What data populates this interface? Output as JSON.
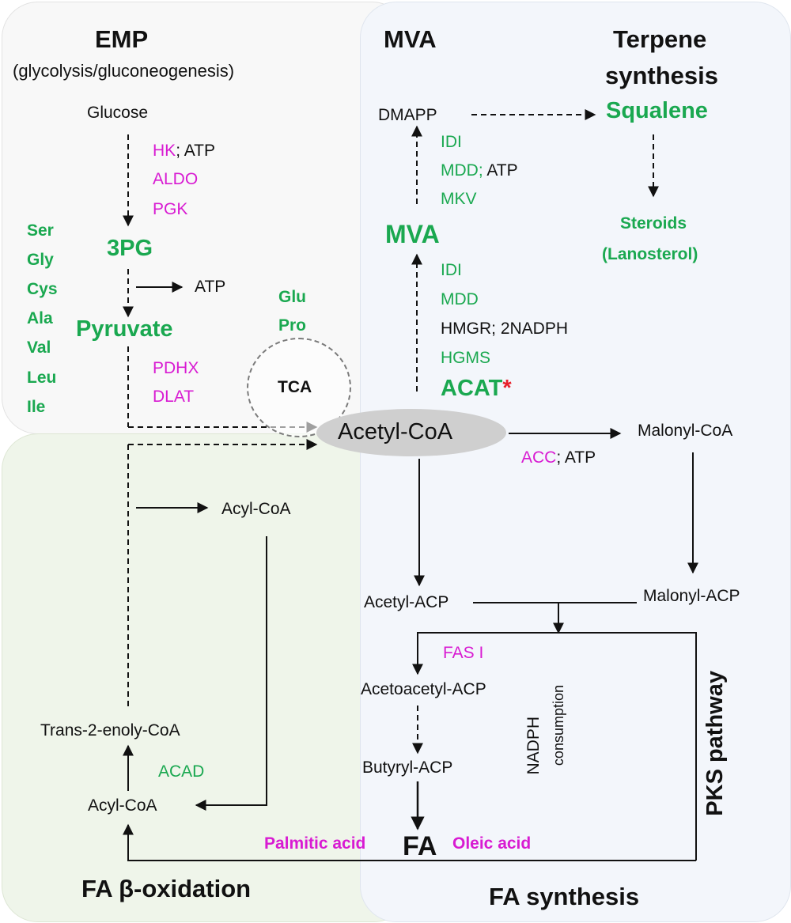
{
  "titles": {
    "emp": "EMP",
    "emp_sub": "(glycolysis/gluconeogenesis)",
    "mva": "MVA",
    "terpene1": "Terpene",
    "terpene2": "synthesis",
    "beta": "FA β-oxidation",
    "fasyn": "FA synthesis",
    "pks": "PKS pathway"
  },
  "metabolites": {
    "glucose": "Glucose",
    "pg3": "3PG",
    "pyruvate": "Pyruvate",
    "tca": "TCA",
    "acetyl_coa": "Acetyl-CoA",
    "malonyl_coa": "Malonyl-CoA",
    "acyl_coa_top": "Acyl-CoA",
    "acyl_coa_bottom": "Acyl-CoA",
    "trans_enoyl": "Trans-2-enoly-CoA",
    "dmapp": "DMAPP",
    "squalene": "Squalene",
    "steroids": "Steroids",
    "lanosterol": "(Lanosterol)",
    "mva": "MVA",
    "acetyl_acp": "Acetyl-ACP",
    "malonyl_acp": "Malonyl-ACP",
    "acetoacetyl_acp": "Acetoacetyl-ACP",
    "butyryl_acp": "Butyryl-ACP",
    "fa": "FA",
    "palmitic": "Palmitic acid",
    "oleic": "Oleic acid",
    "atp": "ATP"
  },
  "amino_acids_left": [
    "Ser",
    "Gly",
    "Cys",
    "Ala",
    "Val",
    "Leu",
    "Ile"
  ],
  "amino_acids_tca": [
    "Glu",
    "Pro"
  ],
  "enzymes": {
    "hk": "HK",
    "hk_atp": "; ATP",
    "aldo": "ALDO",
    "pgk": "PGK",
    "pdhx": "PDHX",
    "dlat": "DLAT",
    "idi_top": "IDI",
    "mdd_top": "MDD;",
    "mdd_top_atp": " ATP",
    "mkv": "MKV",
    "idi_mid": "IDI",
    "mdd_mid": "MDD",
    "hmgr": "HMGR; 2NADPH",
    "hgms": "HGMS",
    "acat": "ACAT",
    "acat_star": "*",
    "acc": "ACC",
    "acc_atp": "; ATP",
    "fas1": "FAS I",
    "acad": "ACAD",
    "nadph1": "NADPH",
    "nadph2": "consumption"
  },
  "colors": {
    "green": "#1aa850",
    "magenta": "#d81bd2",
    "red": "#e8202a",
    "emp_bg": "#f8f8f8",
    "beta_bg": "#eff5ea",
    "fas_bg": "#f3f6fb",
    "acetyl_fill": "#cfcfcf"
  }
}
